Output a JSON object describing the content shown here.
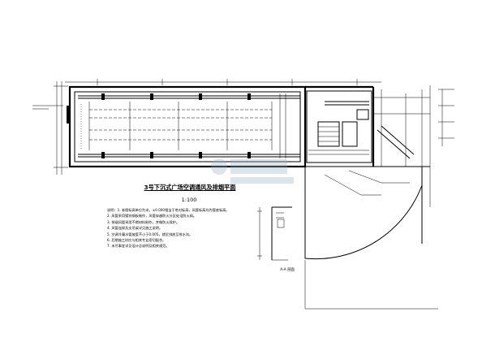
{
  "plan": {
    "title": "3号下沉式广场空调通风及排烟平面",
    "scale": "1:100"
  },
  "notes": [
    "说明：1. 本图标高单位为米，±0.000相当于绝对标高，风管标高均为管底标高。",
    "2. 风管采用镀锌钢板制作，风管穿越防火分区处设防火阀。",
    "3. 排烟风管采用不燃材料制作，并做防火保护。",
    "4. 风管连接及支吊架详见施工说明。",
    "5. 空调冷凝水管坡度不小于0.005，就近排放至排水沟。",
    "6. 后期施工时应与相关专业密切配合。",
    "7. 未尽事宜详见设计总说明及相关规范。"
  ],
  "section": {
    "title": "A-A 剖面"
  },
  "watermark": {
    "brand": "土木在线",
    "site": "CO188.COM"
  }
}
